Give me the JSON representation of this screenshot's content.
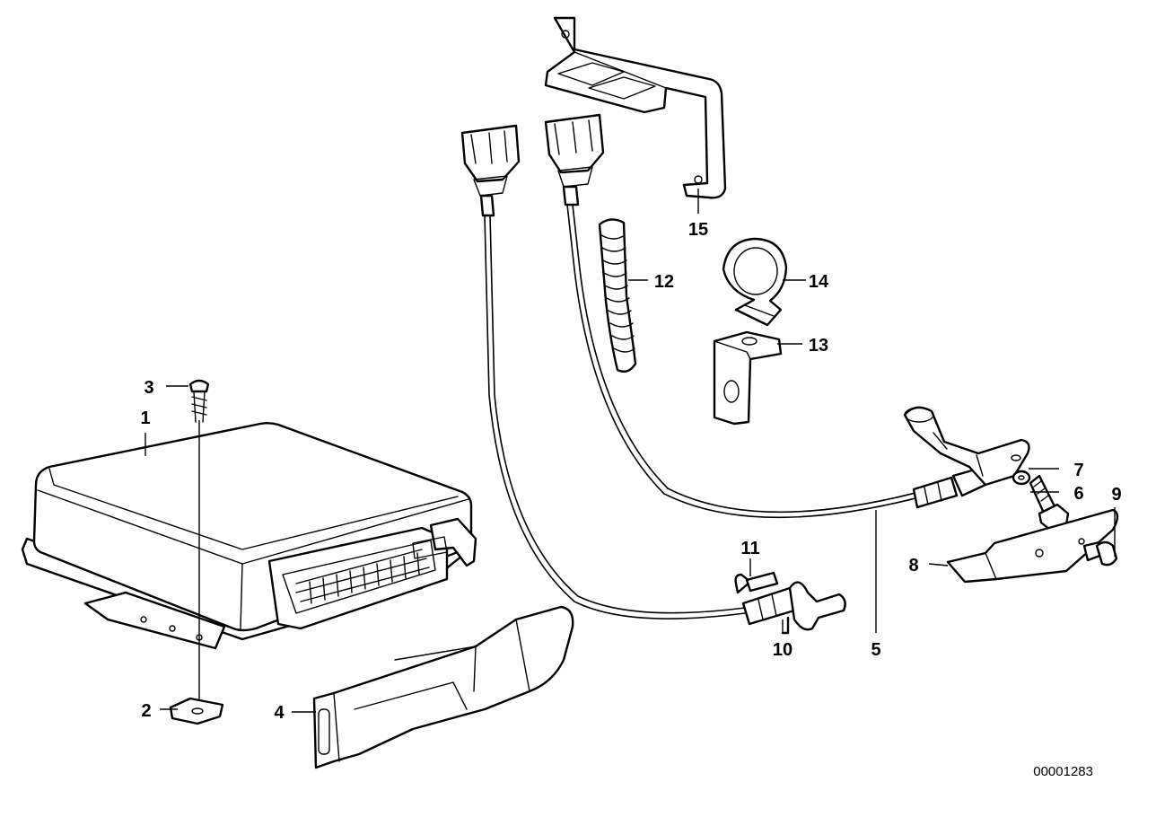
{
  "diagram": {
    "drawing_number": "00001283",
    "callouts": [
      {
        "id": "p1",
        "number": "1",
        "part": "control-unit"
      },
      {
        "id": "p2",
        "number": "2",
        "part": "clip-nut"
      },
      {
        "id": "p3",
        "number": "3",
        "part": "screw"
      },
      {
        "id": "p4",
        "number": "4",
        "part": "connector-cover"
      },
      {
        "id": "p5",
        "number": "5",
        "part": "speed-sensor-cable"
      },
      {
        "id": "p6",
        "number": "6",
        "part": "bolt"
      },
      {
        "id": "p7",
        "number": "7",
        "part": "washer"
      },
      {
        "id": "p8",
        "number": "8",
        "part": "sensor-bracket"
      },
      {
        "id": "p9",
        "number": "9",
        "part": "bracket-screw"
      },
      {
        "id": "p10",
        "number": "10",
        "part": "reference-mark-sensor"
      },
      {
        "id": "p11",
        "number": "11",
        "part": "sensor-screw"
      },
      {
        "id": "p12",
        "number": "12",
        "part": "protective-sleeve"
      },
      {
        "id": "p13",
        "number": "13",
        "part": "holder"
      },
      {
        "id": "p14",
        "number": "14",
        "part": "cable-clamp"
      },
      {
        "id": "p15",
        "number": "15",
        "part": "plug-bracket"
      }
    ]
  }
}
